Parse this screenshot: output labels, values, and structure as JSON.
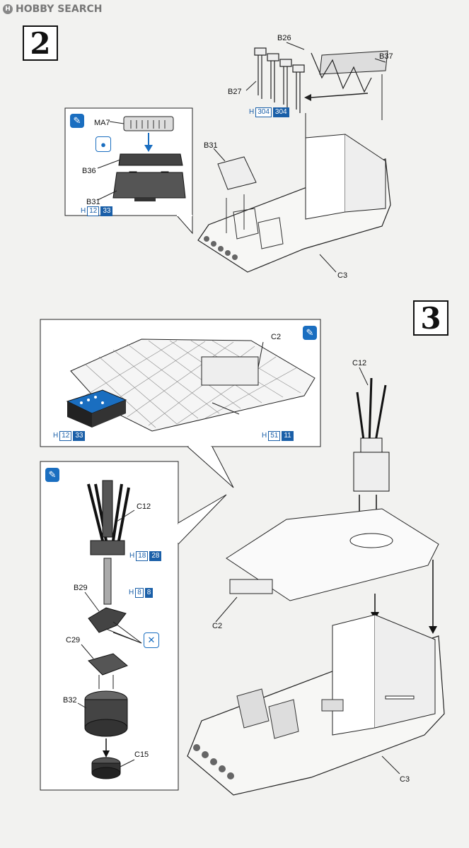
{
  "brand": {
    "logo_text": "HOBBY SEARCH"
  },
  "steps": [
    {
      "number": "2"
    },
    {
      "number": "3"
    }
  ],
  "step2": {
    "parts": {
      "B26": "B26",
      "B37": "B37",
      "B27": "B27",
      "B31": "B31",
      "C3": "C3",
      "MA7": "MA7",
      "B36": "B36",
      "B31_inset": "B31"
    },
    "href_b27": {
      "h": "H",
      "n1": "304",
      "n2": "304"
    },
    "href_b31": {
      "h": "H",
      "n1": "12",
      "n2": "33"
    }
  },
  "step3": {
    "parts": {
      "C2_top": "C2",
      "C12_top": "C12",
      "C2_main": "C2",
      "C3_main": "C3",
      "C12_inset": "C12",
      "B29": "B29",
      "C29": "C29",
      "B32": "B32",
      "C15": "C15"
    },
    "href_box": {
      "h": "H",
      "n1": "12",
      "n2": "33"
    },
    "href_floor": {
      "h": "H",
      "n1": "51",
      "n2": "11"
    },
    "href_c12": {
      "h": "H",
      "n1": "18",
      "n2": "28"
    },
    "href_rod": {
      "h": "H",
      "n1": "8",
      "n2": "8"
    }
  },
  "colors": {
    "instruction_blue": "#1a6ec0",
    "line": "#222222",
    "paper": "#f2f2f0",
    "callout_bg": "#ffffff"
  },
  "icons": [
    "paint-icon",
    "paint-drop-icon",
    "glue-icon"
  ]
}
